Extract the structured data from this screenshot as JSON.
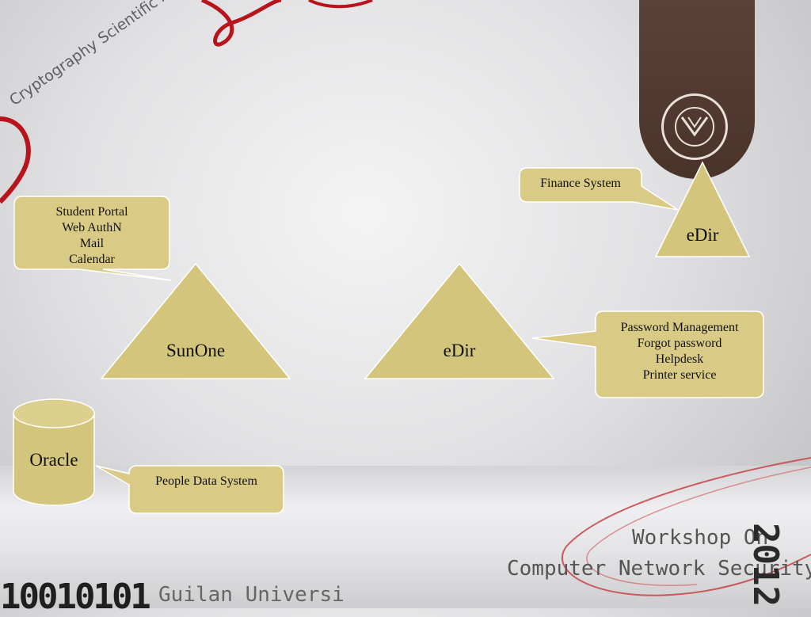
{
  "watermark": {
    "association": "Cryptography Scientific Association",
    "workshop_line1": "Workshop On",
    "workshop_line2": "Computer Network Security",
    "year": "2012",
    "university": "Guilan Universi",
    "binary": "10010101"
  },
  "colors": {
    "shape_fill": "#d4c57d",
    "shape_stroke": "#ffffff",
    "callout_fill": "#d9cb86",
    "accent_red": "#b8141c",
    "banner_brown": "#4f372c"
  },
  "nodes": {
    "sunone": "SunOne",
    "edir_center": "eDir",
    "edir_right": "eDir",
    "oracle": "Oracle"
  },
  "callouts": {
    "sunone": [
      "Student Portal",
      "Web AuthN",
      "Mail",
      "Calendar"
    ],
    "edir_center": [
      "Password Management",
      "Forgot password",
      "Helpdesk",
      "Printer service"
    ],
    "edir_right": "Finance System",
    "oracle": "People Data System"
  }
}
